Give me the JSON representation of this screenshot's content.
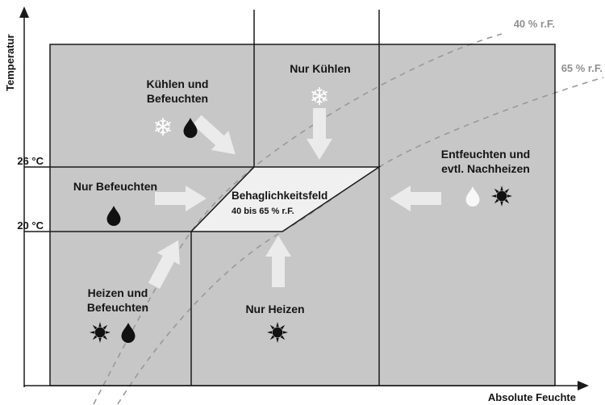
{
  "axes": {
    "y_label": "Temperatur",
    "x_label": "Absolute Feuchte",
    "tick_26c": "26 °C",
    "tick_20c": "20 °C"
  },
  "curves": {
    "rf40_label": "40 % r.F.",
    "rf65_label": "65 % r.F."
  },
  "comfort_zone": {
    "title": "Behaglichkeitsfeld",
    "range": "40 bis 65 % r.F."
  },
  "zones": {
    "cool_humidify": {
      "line1": "Kühlen und",
      "line2": "Befeuchten"
    },
    "cool_only": {
      "label": "Nur Kühlen"
    },
    "dehumidify_reheat": {
      "line1": "Entfeuchten und",
      "line2": "evtl. Nachheizen"
    },
    "humidify_only": {
      "label": "Nur Befeuchten"
    },
    "heat_humidify": {
      "line1": "Heizen und",
      "line2": "Befeuchten"
    },
    "heat_only": {
      "label": "Nur Heizen"
    }
  },
  "icons": {
    "snowflake_char": "❄",
    "names": [
      "snowflake-icon",
      "drop-icon",
      "sun-icon"
    ]
  },
  "colors": {
    "field_background": "#c7c7c7",
    "comfort_fill": "#f0f0f0",
    "arrow_fill": "#ebebeb",
    "line": "#1a1a1a",
    "dashed_curve": "#999999",
    "curve_label_text": "#8f8f8f"
  }
}
